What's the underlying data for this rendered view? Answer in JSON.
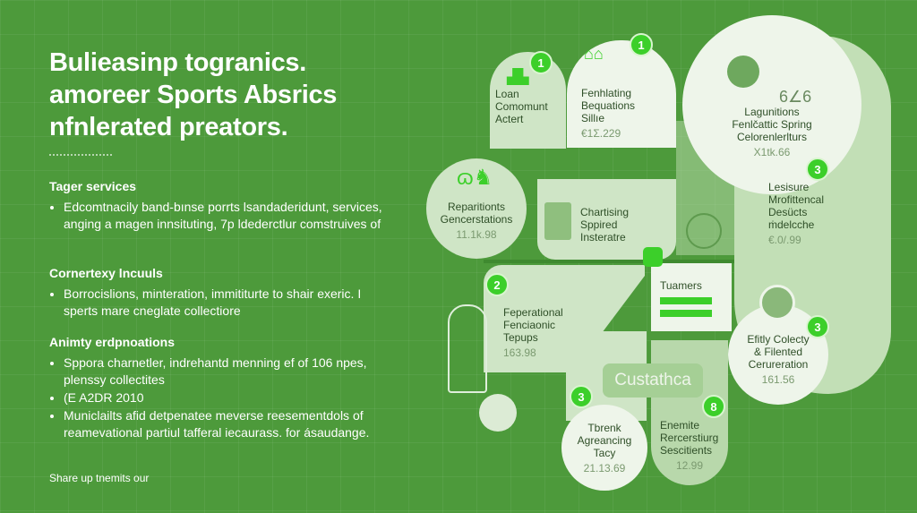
{
  "header": {
    "title_lines": [
      "Bulieasinp togranics.",
      "amoreer Sports Absrics",
      "nfnlerated preators."
    ]
  },
  "sections": [
    {
      "heading": "Tager services",
      "bullets": [
        "Edcomtnacily band-bınse porrts lsandaderidunt, services, anging a magen innsituting, 7p ldederctlur comstruives of"
      ]
    },
    {
      "heading": "Cornertexy lncuuls",
      "bullets": [
        "Borrocislions, minteration, immititurte to shair exeric. I sperts mare cneglate collectiore"
      ]
    },
    {
      "heading": "Animty erdpnoations",
      "bullets": [
        "Sppora charnetler, indrehantd menning ef of 106 npes, plenssy collectites",
        "(E A2DR 2010",
        "Municlailts afid detpenatee meverse reesementdols of reamevational partiul tafferal iecaurass. for ásaudange."
      ]
    }
  ],
  "footer": "Share up tnemits our",
  "cards": [
    {
      "lines": [
        "Loan",
        "Comomunt",
        "Actert"
      ],
      "badge": "1"
    },
    {
      "lines": [
        "Fenhlating",
        "Bequations",
        "Sillıe"
      ],
      "value": "€1Σ.229",
      "badge": "1"
    },
    {
      "lines": [
        "Lagunitions",
        "Fenlčattic Spring",
        "Celorenlerlturs"
      ],
      "value": "X1tk.66",
      "extra": "6∠6"
    },
    {
      "lines": [
        "Reparitionts",
        "Gencerstations"
      ],
      "value": "11.1k.98"
    },
    {
      "lines": [
        "Chartising",
        "Sppired",
        "Insteratre"
      ]
    },
    {
      "lines": [
        "Lesisure",
        "Mrofittencal",
        "Desücts",
        "ṁdelcche"
      ],
      "value": "€.0/.99",
      "badge": "3"
    },
    {
      "lines": [
        "Feperational",
        "Fenciaonic",
        "Tepups"
      ],
      "value": "163.98",
      "badge": "2"
    },
    {
      "lines": [
        "Tuamers"
      ]
    },
    {
      "lines": [
        "Efitly Colecty",
        "& Filented",
        "Cerureration"
      ],
      "value": "161.56",
      "badge": "3"
    },
    {
      "lines": [
        "Tbrenk",
        "Agreancing",
        "Tacy"
      ],
      "value": "21.13.69",
      "badge": "3"
    },
    {
      "lines": [
        "Enemite",
        "Rercerstiurg",
        "Sescitients"
      ],
      "value": "12.99",
      "badge": "8"
    }
  ],
  "center_label": "Custathca",
  "colors": {
    "background": "#4d9a3b",
    "accent": "#3ccf2a",
    "card_light": "#cfe5c6"
  }
}
